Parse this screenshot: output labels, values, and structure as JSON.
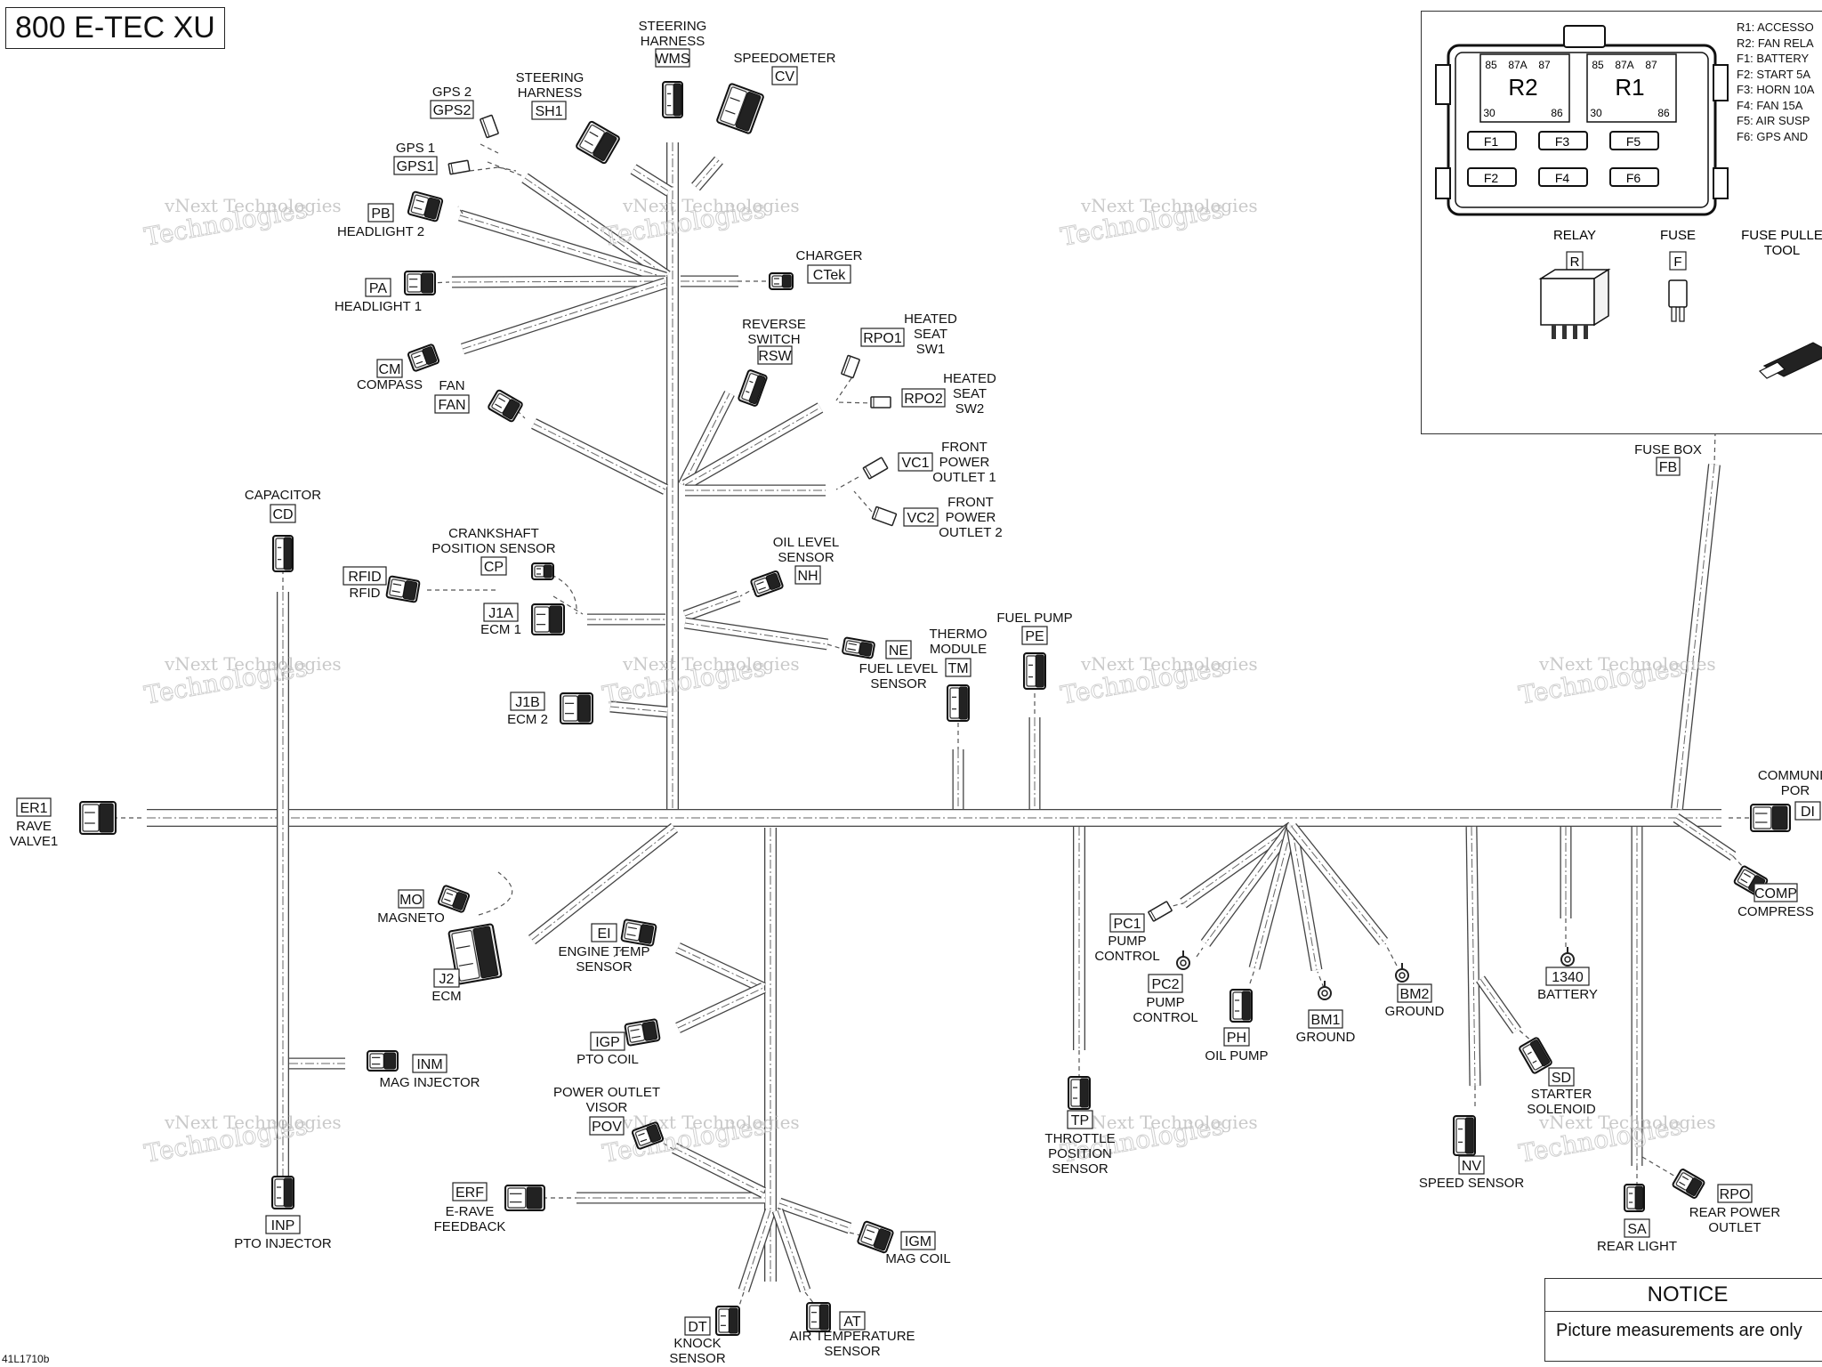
{
  "title": "800 E-TEC XU",
  "part_number": "41L1710b",
  "watermark": {
    "line1": "vNext Technologies",
    "line2": "Technologies"
  },
  "notice": {
    "heading": "NOTICE",
    "text": "Picture measurements are only"
  },
  "fuse_box": {
    "relays": [
      "R2",
      "R1"
    ],
    "relay_pins": {
      "top": [
        "85",
        "87A",
        "87"
      ],
      "bottom": [
        "30",
        "86"
      ]
    },
    "fuses": [
      "F1",
      "F3",
      "F5",
      "F2",
      "F4",
      "F6"
    ],
    "legend": [
      "R1: ACCESSO",
      "R2: FAN RELA",
      "F1: BATTERY",
      "F2: START 5A",
      "F3: HORN 10A",
      "F4: FAN 15A",
      "F5: AIR SUSP",
      "F6: GPS AND"
    ],
    "items": [
      {
        "label": "RELAY",
        "code": "R"
      },
      {
        "label": "FUSE",
        "code": "F"
      },
      {
        "label": "FUSE PULLE\nTOOL",
        "code": ""
      }
    ],
    "box_label": "FUSE BOX",
    "box_code": "FB"
  },
  "connectors": [
    {
      "code": "WMS",
      "label": "STEERING\nHARNESS"
    },
    {
      "code": "CV",
      "label": "SPEEDOMETER"
    },
    {
      "code": "GPS2",
      "label": "GPS 2"
    },
    {
      "code": "SH1",
      "label": "STEERING\nHARNESS"
    },
    {
      "code": "GPS1",
      "label": "GPS 1"
    },
    {
      "code": "PB",
      "label": "HEADLIGHT 2"
    },
    {
      "code": "PA",
      "label": "HEADLIGHT 1"
    },
    {
      "code": "CTek",
      "label": "CHARGER"
    },
    {
      "code": "CM",
      "label": "COMPASS"
    },
    {
      "code": "FAN",
      "label": "FAN"
    },
    {
      "code": "RSW",
      "label": "REVERSE\nSWITCH"
    },
    {
      "code": "RPO1",
      "label": "HEATED\nSEAT\nSW1"
    },
    {
      "code": "RPO2",
      "label": "HEATED\nSEAT\nSW2"
    },
    {
      "code": "VC1",
      "label": "FRONT\nPOWER\nOUTLET 1"
    },
    {
      "code": "VC2",
      "label": "FRONT\nPOWER\nOUTLET 2"
    },
    {
      "code": "CD",
      "label": "CAPACITOR"
    },
    {
      "code": "CP",
      "label": "CRANKSHAFT\nPOSITION SENSOR"
    },
    {
      "code": "RFID",
      "label": "RFID"
    },
    {
      "code": "J1A",
      "label": "ECM 1"
    },
    {
      "code": "NH",
      "label": "OIL LEVEL\nSENSOR"
    },
    {
      "code": "NE",
      "label": "FUEL LEVEL\nSENSOR"
    },
    {
      "code": "TM",
      "label": "THERMO\nMODULE"
    },
    {
      "code": "PE",
      "label": "FUEL PUMP"
    },
    {
      "code": "J1B",
      "label": "ECM 2"
    },
    {
      "code": "ER1",
      "label": "RAVE\nVALVE1"
    },
    {
      "code": "DI",
      "label": "COMMUNIC\nPOR"
    },
    {
      "code": "COMP",
      "label": "COMPRESS"
    },
    {
      "code": "MO",
      "label": "MAGNETO"
    },
    {
      "code": "J2",
      "label": "ECM"
    },
    {
      "code": "EI",
      "label": "ENGINE TEMP\nSENSOR"
    },
    {
      "code": "IGP",
      "label": "PTO COIL"
    },
    {
      "code": "INM",
      "label": "MAG INJECTOR"
    },
    {
      "code": "POV",
      "label": "POWER OUTLET\nVISOR"
    },
    {
      "code": "ERF",
      "label": "E-RAVE\nFEEDBACK"
    },
    {
      "code": "IGM",
      "label": "MAG COIL"
    },
    {
      "code": "INP",
      "label": "PTO INJECTOR"
    },
    {
      "code": "DT",
      "label": "KNOCK\nSENSOR"
    },
    {
      "code": "AT",
      "label": "AIR TEMPERATURE\nSENSOR"
    },
    {
      "code": "PC1",
      "label": "PUMP\nCONTROL"
    },
    {
      "code": "PC2",
      "label": "PUMP\nCONTROL"
    },
    {
      "code": "PH",
      "label": "OIL PUMP"
    },
    {
      "code": "BM1",
      "label": "GROUND"
    },
    {
      "code": "BM2",
      "label": "GROUND"
    },
    {
      "code": "TP",
      "label": "THROTTLE\nPOSITION\nSENSOR"
    },
    {
      "code": "NV",
      "label": "SPEED SENSOR"
    },
    {
      "code": "SD",
      "label": "STARTER\nSOLENOID"
    },
    {
      "code": "1340",
      "label": "BATTERY"
    },
    {
      "code": "SA",
      "label": "REAR LIGHT"
    },
    {
      "code": "RPO",
      "label": "REAR POWER\nOUTLET"
    }
  ]
}
